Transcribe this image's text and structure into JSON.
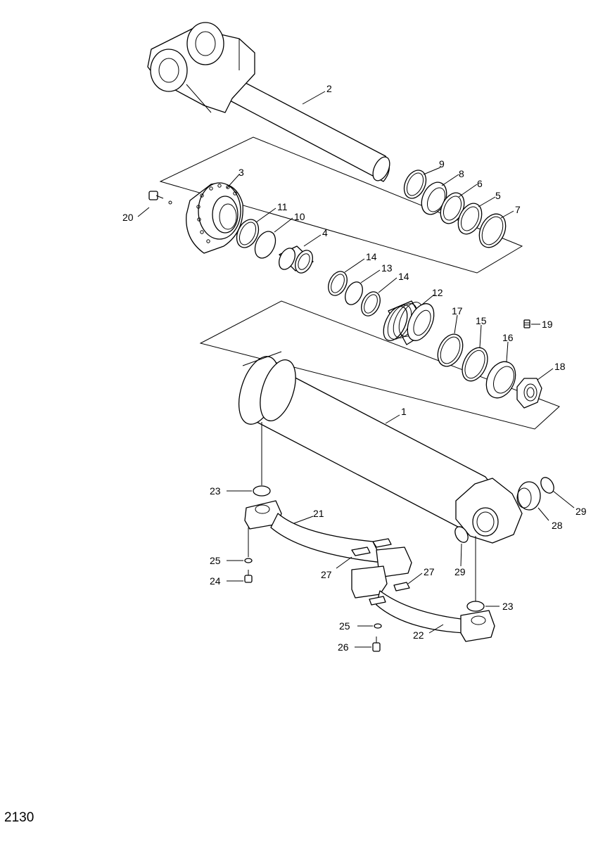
{
  "page_number": "2130",
  "callouts": [
    "2",
    "3",
    "20",
    "9",
    "8",
    "6",
    "5",
    "7",
    "11",
    "10",
    "4",
    "14",
    "13",
    "14",
    "12",
    "17",
    "15",
    "16",
    "19",
    "18",
    "1",
    "23",
    "21",
    "25",
    "24",
    "27",
    "29",
    "28",
    "27",
    "29",
    "23",
    "25",
    "22",
    "26"
  ]
}
